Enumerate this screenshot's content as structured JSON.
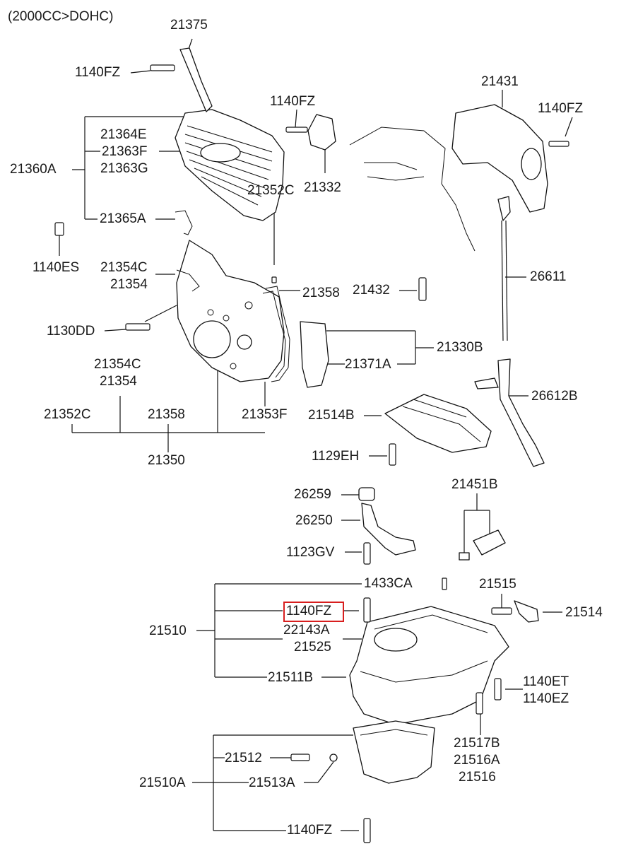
{
  "header": {
    "variant": "(2000CC>DOHC)"
  },
  "labels": {
    "p21375": "21375",
    "p1140fz_a": "1140FZ",
    "p1140fz_b": "1140FZ",
    "p1140fz_c": "1140FZ",
    "p1140fz_d": "1140FZ",
    "p1140fz_e": "1140FZ",
    "p21431": "21431",
    "p21364e": "21364E",
    "p21363f": "21363F",
    "p21363g": "21363G",
    "p21360a": "21360A",
    "p21332": "21332",
    "p21365a": "21365A",
    "p1140es": "1140ES",
    "p21354c_a": "21354C",
    "p21354_a": "21354",
    "p21352c_a": "21352C",
    "p21358_a": "21358",
    "p21432": "21432",
    "p26611": "26611",
    "p1130dd": "1130DD",
    "p21330b": "21330B",
    "p21354c_b": "21354C",
    "p21371a": "21371A",
    "p21354_b": "21354",
    "p26612b": "26612B",
    "p21352c_b": "21352C",
    "p21358_b": "21358",
    "p21353f": "21353F",
    "p21514b": "21514B",
    "p21350": "21350",
    "p1129eh": "1129EH",
    "p26259": "26259",
    "p21451b": "21451B",
    "p26250": "26250",
    "p1123gv": "1123GV",
    "p1433ca": "1433CA",
    "p21515": "21515",
    "p21514": "21514",
    "p21510": "21510",
    "p22143a": "22143A",
    "p21525": "21525",
    "p21511b": "21511B",
    "p1140et": "1140ET",
    "p1140ez": "1140EZ",
    "p21517b": "21517B",
    "p21512": "21512",
    "p21516a": "21516A",
    "p21510a": "21510A",
    "p21513a": "21513A",
    "p21516": "21516"
  },
  "highlight": {
    "color": "#d81e1e",
    "part": "1140FZ"
  }
}
